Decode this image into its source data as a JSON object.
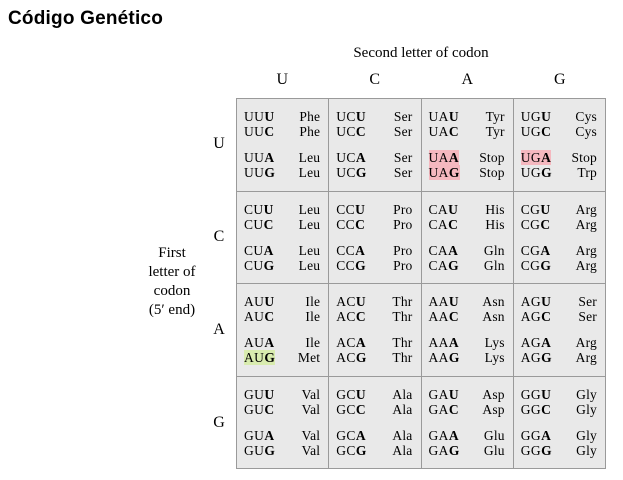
{
  "title": "Código Genético",
  "axes": {
    "second_letter_caption": "Second letter of codon",
    "first_letter_caption_lines": [
      "First",
      "letter of",
      "codon",
      "(5′ end)"
    ],
    "column_headers": [
      "U",
      "C",
      "A",
      "G"
    ],
    "row_headers": [
      "U",
      "C",
      "A",
      "G"
    ]
  },
  "colors": {
    "stop_highlight": "#f5b8bf",
    "start_highlight": "#d9ecaf",
    "cell_background": "#e9e9e9",
    "grid_border": "#9a9a9a",
    "text": "#000000"
  },
  "legend": {
    "stop_label": "Stop",
    "start_codon": "AUG",
    "start_amino": "Met"
  },
  "rows": [
    {
      "first": "U",
      "cells": [
        {
          "second": "U",
          "entries": [
            {
              "codon": "UU",
              "third": "U",
              "amino": "Phe",
              "highlight": "none"
            },
            {
              "codon": "UU",
              "third": "C",
              "amino": "Phe",
              "highlight": "none"
            },
            {
              "codon": "UU",
              "third": "A",
              "amino": "Leu",
              "highlight": "none"
            },
            {
              "codon": "UU",
              "third": "G",
              "amino": "Leu",
              "highlight": "none"
            }
          ]
        },
        {
          "second": "C",
          "entries": [
            {
              "codon": "UC",
              "third": "U",
              "amino": "Ser",
              "highlight": "none"
            },
            {
              "codon": "UC",
              "third": "C",
              "amino": "Ser",
              "highlight": "none"
            },
            {
              "codon": "UC",
              "third": "A",
              "amino": "Ser",
              "highlight": "none"
            },
            {
              "codon": "UC",
              "third": "G",
              "amino": "Ser",
              "highlight": "none"
            }
          ]
        },
        {
          "second": "A",
          "entries": [
            {
              "codon": "UA",
              "third": "U",
              "amino": "Tyr",
              "highlight": "none"
            },
            {
              "codon": "UA",
              "third": "C",
              "amino": "Tyr",
              "highlight": "none"
            },
            {
              "codon": "UA",
              "third": "A",
              "amino": "Stop",
              "highlight": "stop"
            },
            {
              "codon": "UA",
              "third": "G",
              "amino": "Stop",
              "highlight": "stop"
            }
          ]
        },
        {
          "second": "G",
          "entries": [
            {
              "codon": "UG",
              "third": "U",
              "amino": "Cys",
              "highlight": "none"
            },
            {
              "codon": "UG",
              "third": "C",
              "amino": "Cys",
              "highlight": "none"
            },
            {
              "codon": "UG",
              "third": "A",
              "amino": "Stop",
              "highlight": "stop"
            },
            {
              "codon": "UG",
              "third": "G",
              "amino": "Trp",
              "highlight": "none"
            }
          ]
        }
      ]
    },
    {
      "first": "C",
      "cells": [
        {
          "second": "U",
          "entries": [
            {
              "codon": "CU",
              "third": "U",
              "amino": "Leu",
              "highlight": "none"
            },
            {
              "codon": "CU",
              "third": "C",
              "amino": "Leu",
              "highlight": "none"
            },
            {
              "codon": "CU",
              "third": "A",
              "amino": "Leu",
              "highlight": "none"
            },
            {
              "codon": "CU",
              "third": "G",
              "amino": "Leu",
              "highlight": "none"
            }
          ]
        },
        {
          "second": "C",
          "entries": [
            {
              "codon": "CC",
              "third": "U",
              "amino": "Pro",
              "highlight": "none"
            },
            {
              "codon": "CC",
              "third": "C",
              "amino": "Pro",
              "highlight": "none"
            },
            {
              "codon": "CC",
              "third": "A",
              "amino": "Pro",
              "highlight": "none"
            },
            {
              "codon": "CC",
              "third": "G",
              "amino": "Pro",
              "highlight": "none"
            }
          ]
        },
        {
          "second": "A",
          "entries": [
            {
              "codon": "CA",
              "third": "U",
              "amino": "His",
              "highlight": "none"
            },
            {
              "codon": "CA",
              "third": "C",
              "amino": "His",
              "highlight": "none"
            },
            {
              "codon": "CA",
              "third": "A",
              "amino": "Gln",
              "highlight": "none"
            },
            {
              "codon": "CA",
              "third": "G",
              "amino": "Gln",
              "highlight": "none"
            }
          ]
        },
        {
          "second": "G",
          "entries": [
            {
              "codon": "CG",
              "third": "U",
              "amino": "Arg",
              "highlight": "none"
            },
            {
              "codon": "CG",
              "third": "C",
              "amino": "Arg",
              "highlight": "none"
            },
            {
              "codon": "CG",
              "third": "A",
              "amino": "Arg",
              "highlight": "none"
            },
            {
              "codon": "CG",
              "third": "G",
              "amino": "Arg",
              "highlight": "none"
            }
          ]
        }
      ]
    },
    {
      "first": "A",
      "cells": [
        {
          "second": "U",
          "entries": [
            {
              "codon": "AU",
              "third": "U",
              "amino": "Ile",
              "highlight": "none"
            },
            {
              "codon": "AU",
              "third": "C",
              "amino": "Ile",
              "highlight": "none"
            },
            {
              "codon": "AU",
              "third": "A",
              "amino": "Ile",
              "highlight": "none"
            },
            {
              "codon": "AU",
              "third": "G",
              "amino": "Met",
              "highlight": "start"
            }
          ]
        },
        {
          "second": "C",
          "entries": [
            {
              "codon": "AC",
              "third": "U",
              "amino": "Thr",
              "highlight": "none"
            },
            {
              "codon": "AC",
              "third": "C",
              "amino": "Thr",
              "highlight": "none"
            },
            {
              "codon": "AC",
              "third": "A",
              "amino": "Thr",
              "highlight": "none"
            },
            {
              "codon": "AC",
              "third": "G",
              "amino": "Thr",
              "highlight": "none"
            }
          ]
        },
        {
          "second": "A",
          "entries": [
            {
              "codon": "AA",
              "third": "U",
              "amino": "Asn",
              "highlight": "none"
            },
            {
              "codon": "AA",
              "third": "C",
              "amino": "Asn",
              "highlight": "none"
            },
            {
              "codon": "AA",
              "third": "A",
              "amino": "Lys",
              "highlight": "none"
            },
            {
              "codon": "AA",
              "third": "G",
              "amino": "Lys",
              "highlight": "none"
            }
          ]
        },
        {
          "second": "G",
          "entries": [
            {
              "codon": "AG",
              "third": "U",
              "amino": "Ser",
              "highlight": "none"
            },
            {
              "codon": "AG",
              "third": "C",
              "amino": "Ser",
              "highlight": "none"
            },
            {
              "codon": "AG",
              "third": "A",
              "amino": "Arg",
              "highlight": "none"
            },
            {
              "codon": "AG",
              "third": "G",
              "amino": "Arg",
              "highlight": "none"
            }
          ]
        }
      ]
    },
    {
      "first": "G",
      "cells": [
        {
          "second": "U",
          "entries": [
            {
              "codon": "GU",
              "third": "U",
              "amino": "Val",
              "highlight": "none"
            },
            {
              "codon": "GU",
              "third": "C",
              "amino": "Val",
              "highlight": "none"
            },
            {
              "codon": "GU",
              "third": "A",
              "amino": "Val",
              "highlight": "none"
            },
            {
              "codon": "GU",
              "third": "G",
              "amino": "Val",
              "highlight": "none"
            }
          ]
        },
        {
          "second": "C",
          "entries": [
            {
              "codon": "GC",
              "third": "U",
              "amino": "Ala",
              "highlight": "none"
            },
            {
              "codon": "GC",
              "third": "C",
              "amino": "Ala",
              "highlight": "none"
            },
            {
              "codon": "GC",
              "third": "A",
              "amino": "Ala",
              "highlight": "none"
            },
            {
              "codon": "GC",
              "third": "G",
              "amino": "Ala",
              "highlight": "none"
            }
          ]
        },
        {
          "second": "A",
          "entries": [
            {
              "codon": "GA",
              "third": "U",
              "amino": "Asp",
              "highlight": "none"
            },
            {
              "codon": "GA",
              "third": "C",
              "amino": "Asp",
              "highlight": "none"
            },
            {
              "codon": "GA",
              "third": "A",
              "amino": "Glu",
              "highlight": "none"
            },
            {
              "codon": "GA",
              "third": "G",
              "amino": "Glu",
              "highlight": "none"
            }
          ]
        },
        {
          "second": "G",
          "entries": [
            {
              "codon": "GG",
              "third": "U",
              "amino": "Gly",
              "highlight": "none"
            },
            {
              "codon": "GG",
              "third": "C",
              "amino": "Gly",
              "highlight": "none"
            },
            {
              "codon": "GG",
              "third": "A",
              "amino": "Gly",
              "highlight": "none"
            },
            {
              "codon": "GG",
              "third": "G",
              "amino": "Gly",
              "highlight": "none"
            }
          ]
        }
      ]
    }
  ]
}
